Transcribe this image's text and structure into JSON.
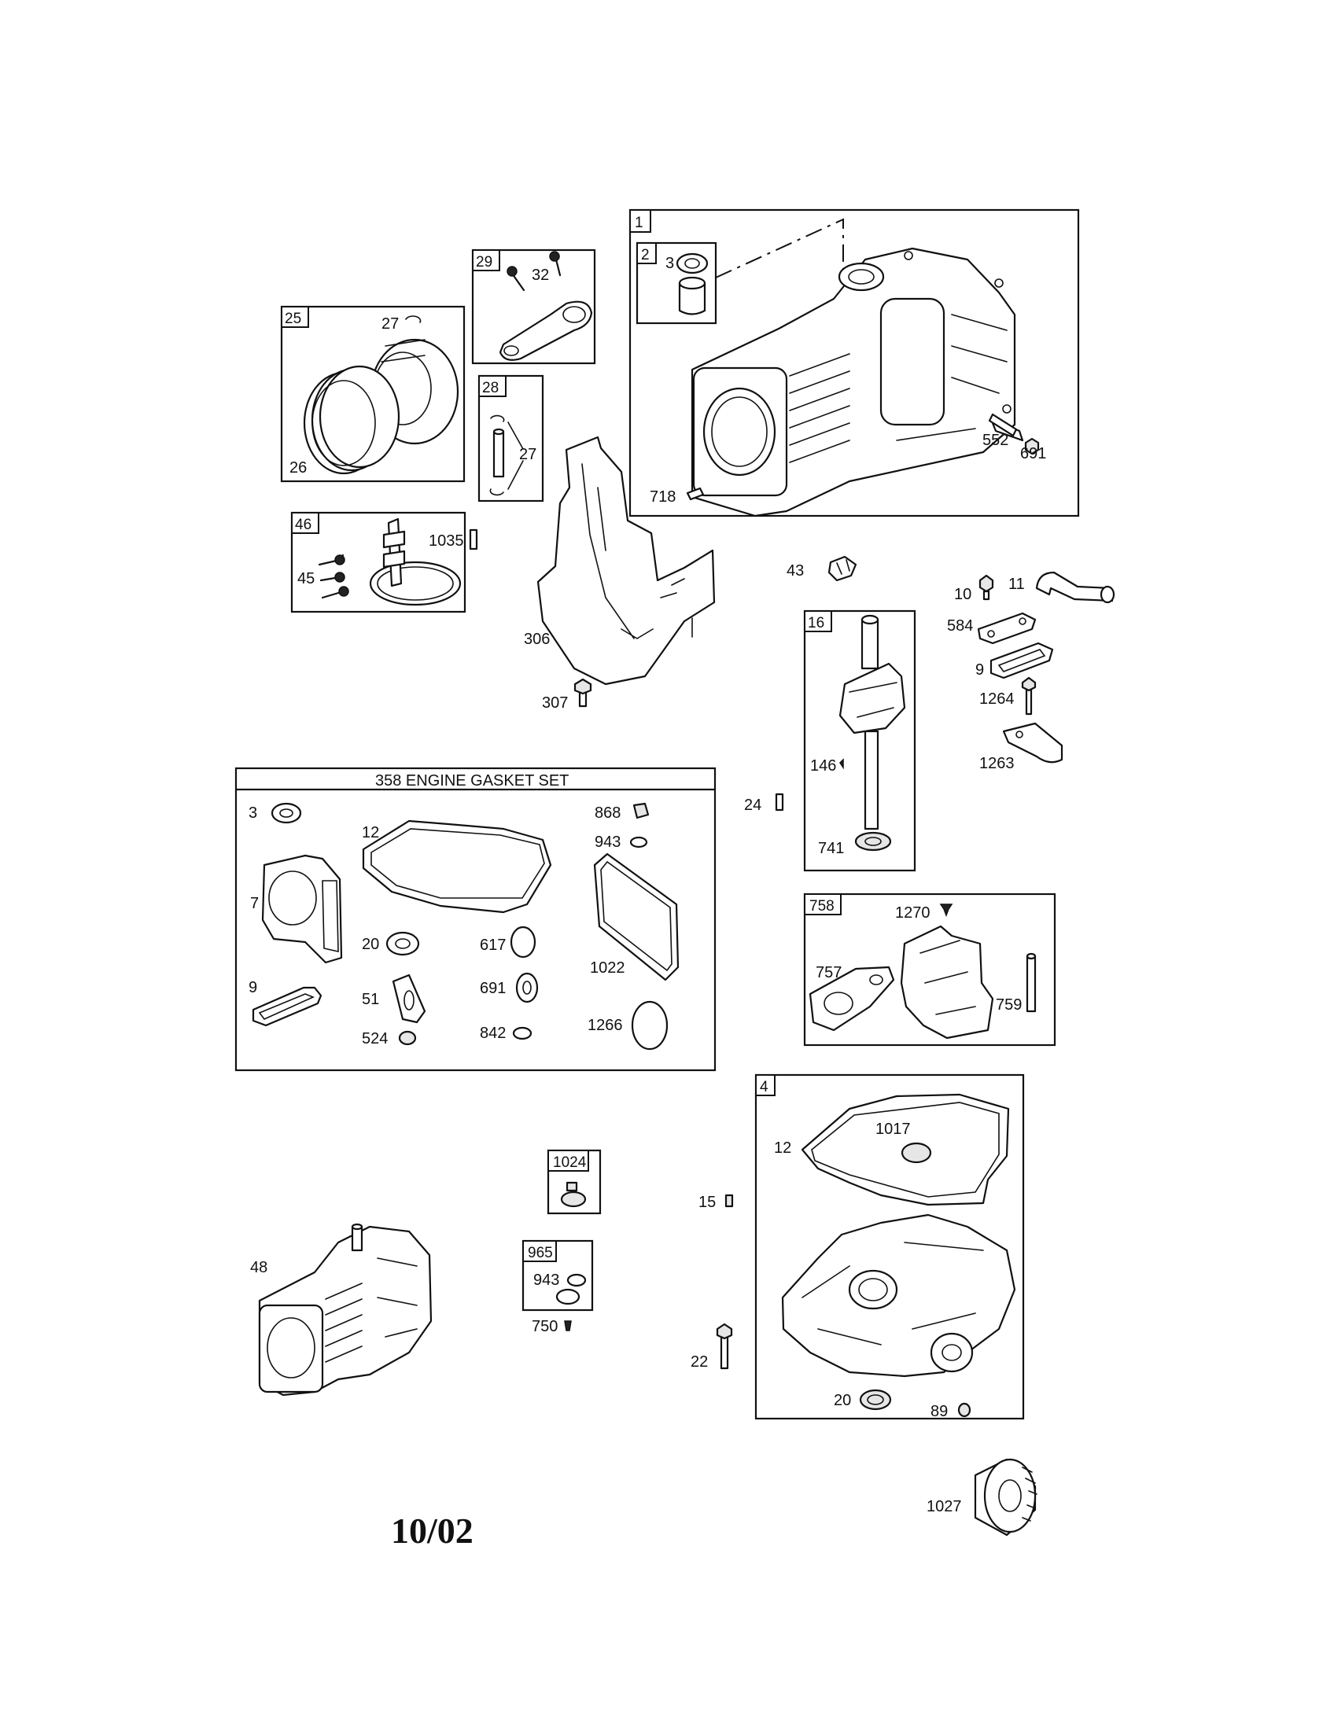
{
  "date_code": "10/02",
  "gasket_set_title": "358 ENGINE GASKET SET",
  "groups": {
    "g1": "1",
    "g2": "2",
    "g4": "4",
    "g16": "16",
    "g25": "25",
    "g28": "28",
    "g29": "29",
    "g46": "46",
    "g758": "758",
    "g1024": "1024",
    "g965": "965"
  },
  "labels": {
    "p3a": "3",
    "p552": "552",
    "p691a": "691",
    "p718": "718",
    "p32": "32",
    "p27a": "27",
    "p26": "26",
    "p27b": "27",
    "p1035": "1035",
    "p45": "45",
    "p306": "306",
    "p307": "307",
    "p43": "43",
    "p10": "10",
    "p11": "11",
    "p584": "584",
    "p9a": "9",
    "p1264": "1264",
    "p1263": "1263",
    "p146": "146",
    "p741": "741",
    "p24": "24",
    "gs3": "3",
    "gs12": "12",
    "gs868": "868",
    "gs943": "943",
    "gs7": "7",
    "gs20": "20",
    "gs617": "617",
    "gs1022": "1022",
    "gs9": "9",
    "gs51": "51",
    "gs691": "691",
    "gs1266": "1266",
    "gs524": "524",
    "gs842": "842",
    "p1270": "1270",
    "p757": "757",
    "p759": "759",
    "p12b": "12",
    "p1017": "1017",
    "p15": "15",
    "p22": "22",
    "p20b": "20",
    "p89": "89",
    "p943b": "943",
    "p750": "750",
    "p48": "48",
    "p1027": "1027"
  }
}
